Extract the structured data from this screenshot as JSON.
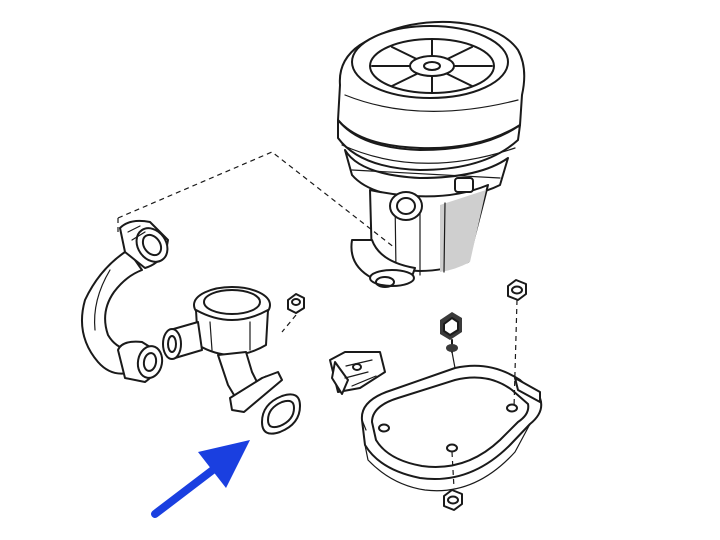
{
  "diagram": {
    "kind": "exploded-parts-view",
    "components": [
      "air-pump",
      "air-filter-cover",
      "hose",
      "check-valve",
      "gasket",
      "nut",
      "bracket",
      "mounting-plate",
      "rubber-mount"
    ],
    "highlight": {
      "component": "gasket",
      "arrow_color": "#1a3fe0"
    },
    "line_color": "#1a1a1a"
  }
}
